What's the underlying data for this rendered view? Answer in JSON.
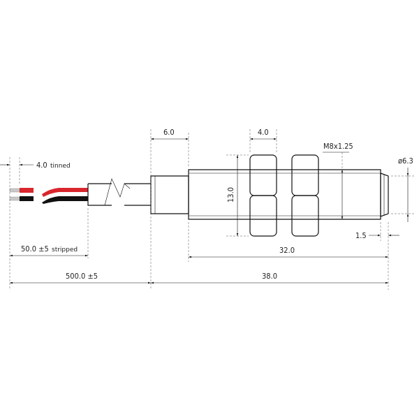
{
  "dimensions": {
    "tinned": "4.0",
    "tinned_note": "tinned",
    "stripped": "50.0 ±5",
    "stripped_note": "stripped",
    "cable_length": "500.0 ±5",
    "total_length": "38.0",
    "thread_length": "32.0",
    "collar_length": "6.0",
    "nut_width": "4.0",
    "nut_height": "13.0",
    "thread_spec": "M8x1.25",
    "tip_diameter": "ø6.3",
    "tip_length": "1.5"
  },
  "colors": {
    "wire_red": "#d9272e",
    "wire_black": "#111111",
    "wire_tin": "#c8c8c8",
    "line": "#111111"
  }
}
